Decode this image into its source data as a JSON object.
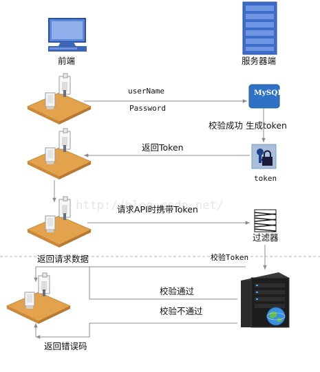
{
  "labels": {
    "frontend": "前端",
    "server": "服务器端",
    "username": "userName",
    "password": "Password",
    "verify_token": "校验成功 生成token",
    "return_token": "返回Token",
    "token": "token",
    "request_api": "请求API时携带Token",
    "filter": "过滤器",
    "return_data": "返回请求数据",
    "check_token": "校验Token",
    "check_pass": "校验通过",
    "check_fail": "校验不通过",
    "return_error": "返回错误码",
    "mysql": "MySQL",
    "watermark": "http://blog.csdn.net/"
  },
  "colors": {
    "line": "#8c8c8c",
    "desk": "#e2a34c",
    "server_rack": "#3d6cc8",
    "mysql": "#2f72c4",
    "key_bg": "#a9bfdc",
    "dashed": "#b5b5b5"
  },
  "icons": {
    "desktop": "computer-icon",
    "rack": "server-rack-icon",
    "database": "mysql-icon",
    "key": "key-lock-icon",
    "filter": "filter-icon",
    "tower": "server-tower-icon"
  }
}
